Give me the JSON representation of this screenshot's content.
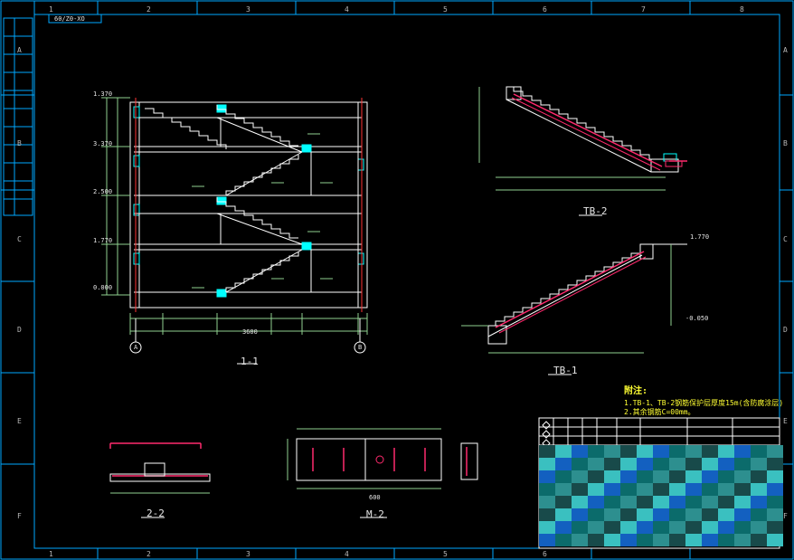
{
  "colors": {
    "background": "#000000",
    "frame": "#00a8ff",
    "outline": "#ffffff",
    "column": "#00ffff",
    "rebar": "#ff2a6d",
    "dimension": "#8fd18f",
    "axis": "#ff3333",
    "note": "#ffff33"
  },
  "sheet": {
    "stamp_text": "60/Z0-XO",
    "grid_columns": [
      "1",
      "2",
      "3",
      "4",
      "5",
      "6",
      "7",
      "8"
    ],
    "grid_rows": [
      "A",
      "B",
      "C",
      "D",
      "E",
      "F"
    ]
  },
  "views": {
    "section_1_1": {
      "title": "1-1",
      "elevations": [
        "1.370",
        "3.370",
        "2.500",
        "1.770",
        "0.000"
      ],
      "axis_labels": [
        "A",
        "B"
      ],
      "overall_dim": "3600"
    },
    "tb2": {
      "title": "TB-2"
    },
    "tb1": {
      "title": "TB-1",
      "top_elev": "1.770",
      "bottom_elev": "-0.050"
    },
    "section_2_2": {
      "title": "2-2"
    },
    "m2": {
      "title": "M-2",
      "width_dim": "600"
    }
  },
  "notes": {
    "title": "附注:",
    "lines": [
      "1.TB-1、TB-2钢筋保护层厚度15m(含防腐涂层)",
      "2.其余钢筋C=00mm。"
    ]
  }
}
